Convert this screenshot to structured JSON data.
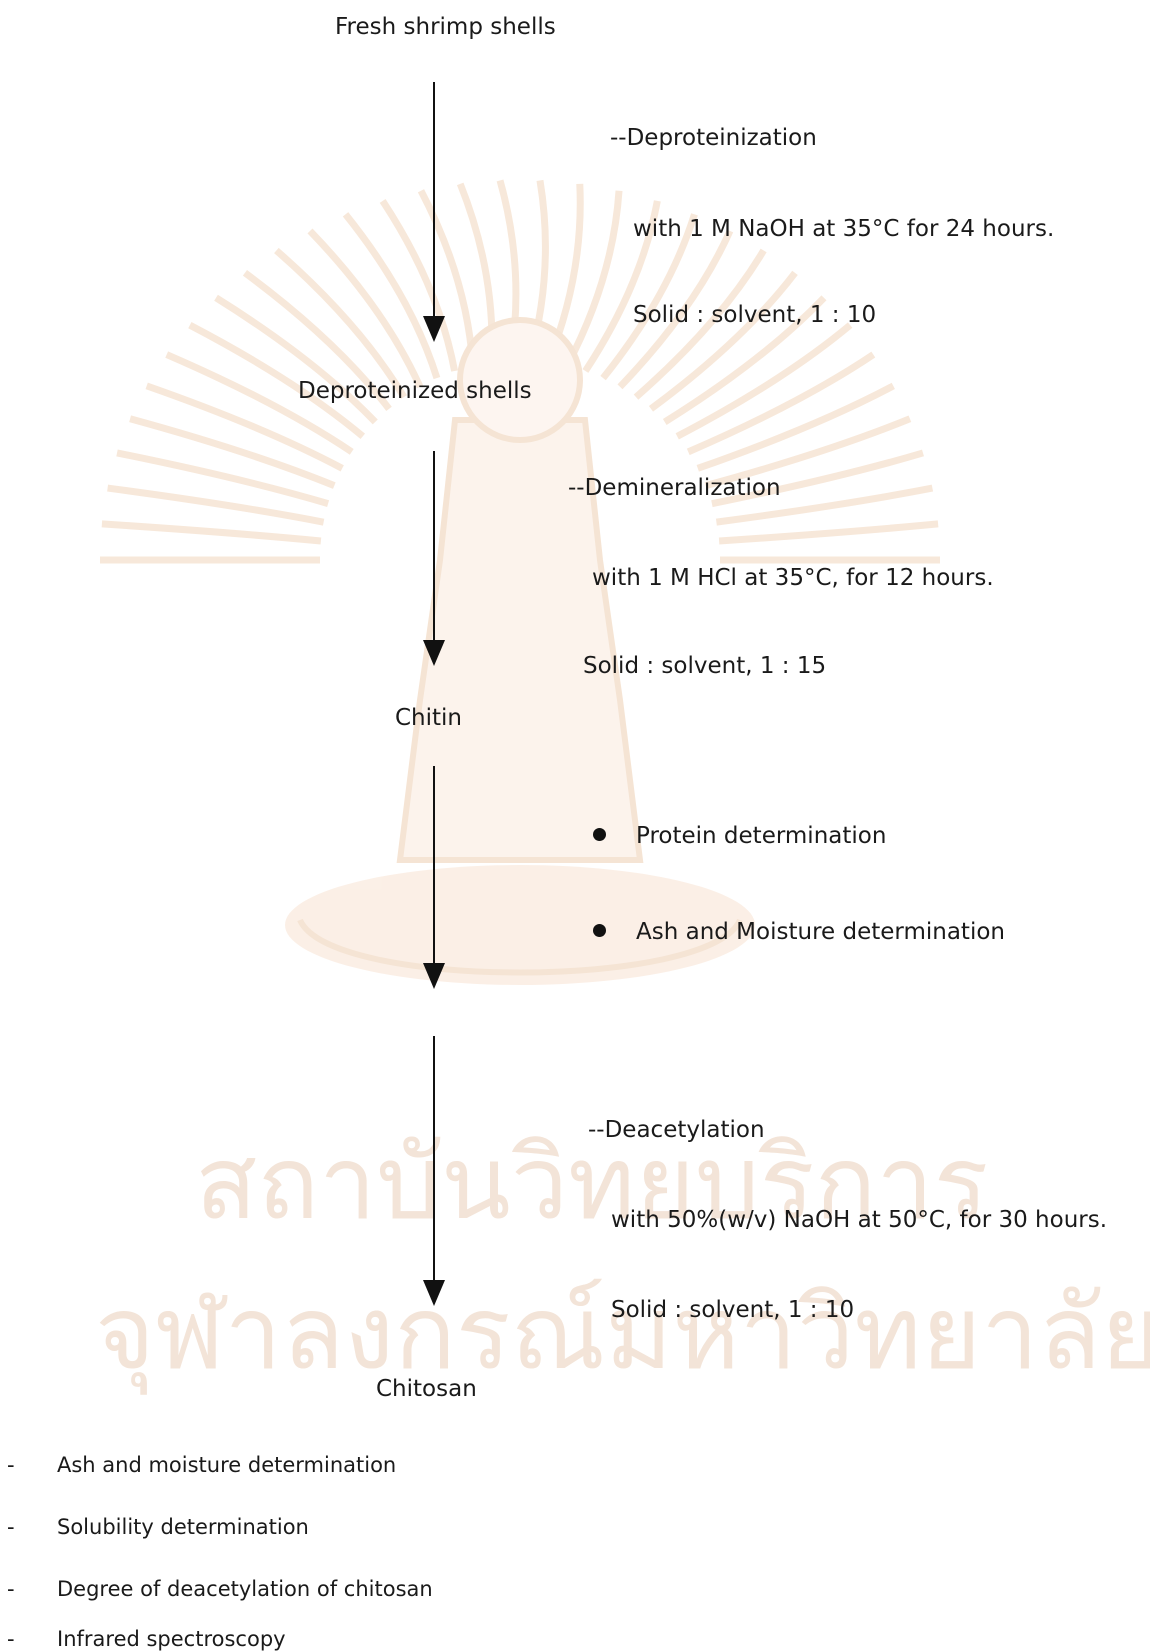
{
  "nodes": {
    "fresh_shells": "Fresh shrimp shells",
    "deproteinized_shells": "Deproteinized shells",
    "chitin": "Chitin",
    "chitosan": "Chitosan"
  },
  "steps": {
    "deproteinization": {
      "title": "--Deproteinization",
      "condition": "with 1 M NaOH at 35°C for 24 hours.",
      "ratio": "Solid : solvent, 1 : 10"
    },
    "demineralization": {
      "title": "--Demineralization",
      "condition": "with 1 M HCl at 35°C, for 12 hours.",
      "ratio": "Solid : solvent, 1 : 15"
    },
    "chitin_analysis": [
      "Protein determination",
      "Ash and Moisture determination"
    ],
    "deacetylation": {
      "title": "--Deacetylation",
      "condition": "with 50%(w/v) NaOH at 50°C, for 30 hours.",
      "ratio": "Solid : solvent, 1 : 10"
    }
  },
  "chitosan_analysis": [
    "Ash and moisture determination",
    "Solubility determination",
    "Degree of deacetylation of chitosan",
    "Infrared spectroscopy"
  ],
  "watermark": {
    "line1": "สถาบันวิทยบริการ",
    "line2": "จุฬาลงกรณ์มหาวิทยาลัย",
    "color": "#f3dcc8"
  }
}
